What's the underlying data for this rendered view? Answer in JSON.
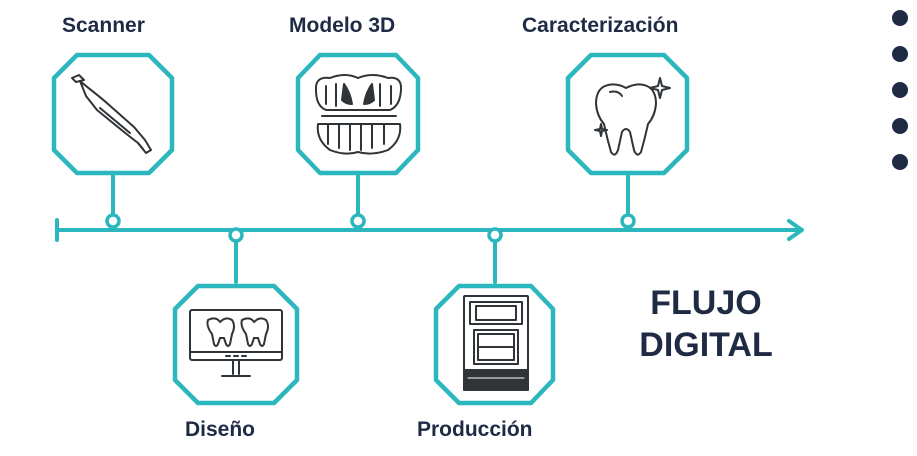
{
  "steps": {
    "scanner": "Scanner",
    "modelo3d": "Modelo 3D",
    "caracterizacion": "Caracterización",
    "diseno": "Diseño",
    "produccion": "Producción"
  },
  "title": {
    "line1": "FLUJO",
    "line2": "DIGITAL"
  },
  "colors": {
    "accent": "#2bb7bd",
    "text": "#1f2a44",
    "icon": "#2f3438"
  },
  "icons": [
    "scanner-icon",
    "teeth-model-icon",
    "tooth-sparkle-icon",
    "monitor-teeth-icon",
    "printer-icon"
  ]
}
